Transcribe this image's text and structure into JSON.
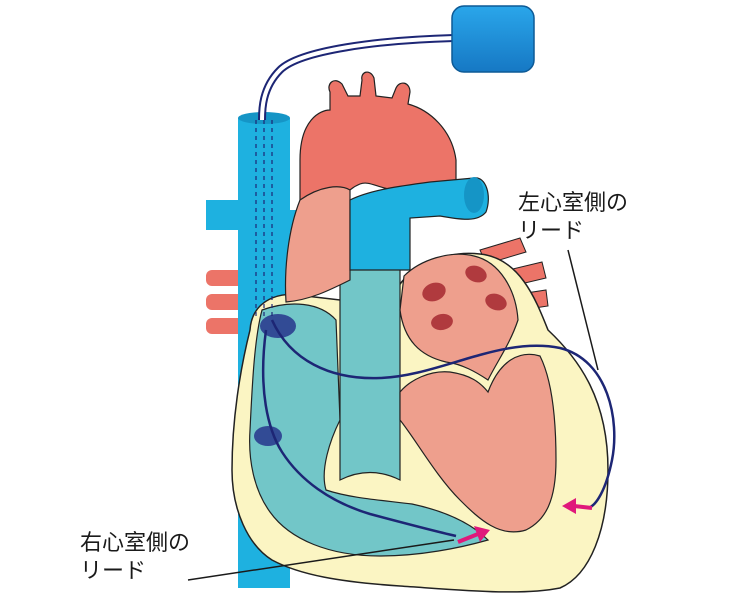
{
  "labels": {
    "left_lead": {
      "line1": "左心室側の",
      "line2": "リード"
    },
    "right_lead": {
      "line1": "右心室側の",
      "line2": "リード"
    }
  },
  "colors": {
    "vein_blue": "#1eb1e0",
    "aorta": "#ec7468",
    "left_heart_fill": "#ee9f8d",
    "right_ventricle": "#72c6c8",
    "myocardium": "#fbf5c3",
    "lead_wire": "#1d2675",
    "pacemaker": "#1a8fd8",
    "arrow": "#e0187b",
    "valve_dots": "#b03a3e",
    "electrode": "#2b3d8f"
  }
}
